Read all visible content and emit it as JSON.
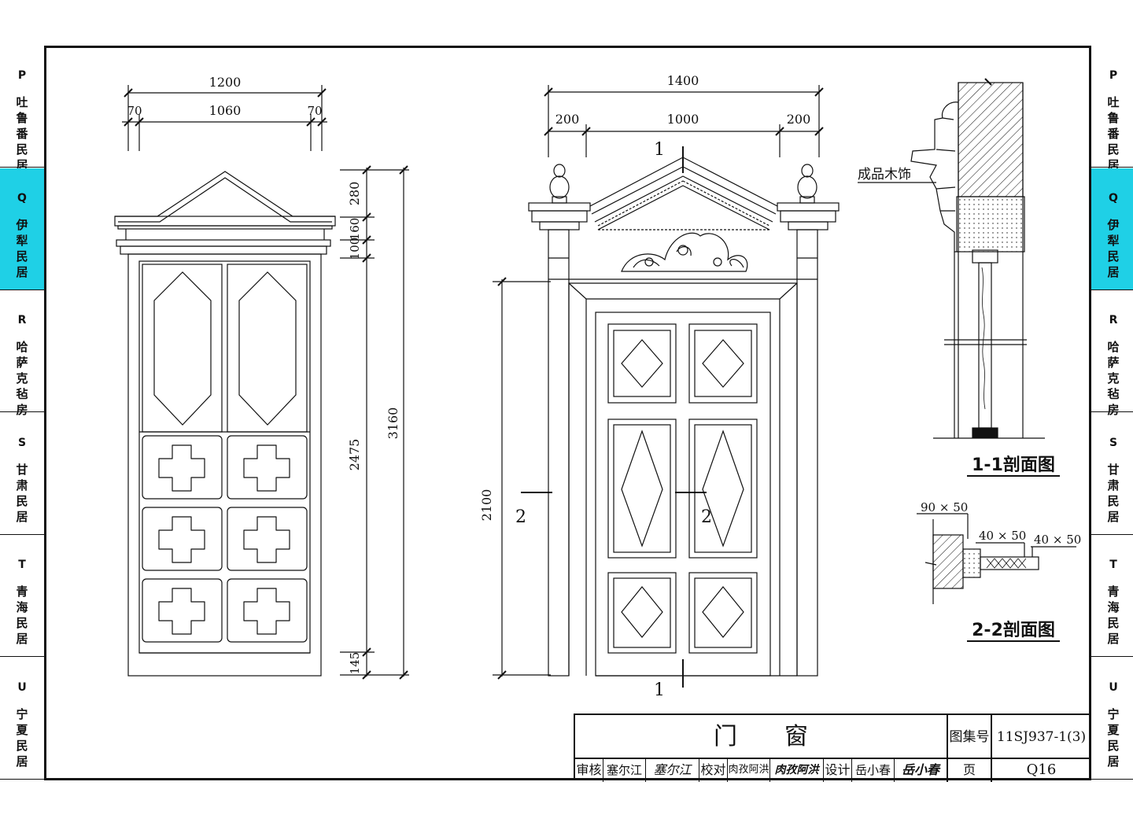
{
  "left_tabs": [
    {
      "code": "P",
      "name": "吐鲁番民居",
      "active": false
    },
    {
      "code": "Q",
      "name": "伊犁民居",
      "active": true
    },
    {
      "code": "R",
      "name": "哈萨克毡房",
      "active": false
    },
    {
      "code": "S",
      "name": "甘肃民居",
      "active": false
    },
    {
      "code": "T",
      "name": "青海民居",
      "active": false
    },
    {
      "code": "U",
      "name": "宁夏民居",
      "active": false
    }
  ],
  "right_tabs": [
    {
      "code": "P",
      "name": "吐鲁番民居",
      "active": false
    },
    {
      "code": "Q",
      "name": "伊犁民居",
      "active": true
    },
    {
      "code": "R",
      "name": "哈萨克毡房",
      "active": false
    },
    {
      "code": "S",
      "name": "甘肃民居",
      "active": false
    },
    {
      "code": "T",
      "name": "青海民居",
      "active": false
    },
    {
      "code": "U",
      "name": "宁夏民居",
      "active": false
    }
  ],
  "colors": {
    "accent": "#1fd0e6",
    "line": "#111111"
  },
  "drawing_left": {
    "dim_total_width": "1200",
    "dim_side_a": "70",
    "dim_center": "1060",
    "dim_side_b": "70",
    "dim_280": "280",
    "dim_160": "160",
    "dim_100": "100",
    "dim_2475": "2475",
    "dim_145": "145",
    "dim_3160": "3160"
  },
  "drawing_center": {
    "dim_total_width": "1400",
    "dim_left": "200",
    "dim_center": "1000",
    "dim_right": "200",
    "dim_height": "2100",
    "section_1_top": "1",
    "section_1_bottom": "1",
    "section_2_left": "2",
    "section_2_right": "2"
  },
  "drawing_right": {
    "label_wood": "成品木饰",
    "section_1_title": "1-1剖面图",
    "section_2_title": "2-2剖面图",
    "dim_90x50": "90 × 50",
    "dim_40x50_a": "40 × 50",
    "dim_40x50_b": "40 × 50"
  },
  "title_block": {
    "title": "门　　窗",
    "atlas_label": "图集号",
    "atlas_no": "11SJ937-1(3)",
    "review_label": "审核",
    "reviewer": "塞尔江",
    "check_label": "校对",
    "checker": "肉孜阿洪",
    "design_label": "设计",
    "designer": "岳小春",
    "page_label": "页",
    "page_no": "Q16"
  }
}
